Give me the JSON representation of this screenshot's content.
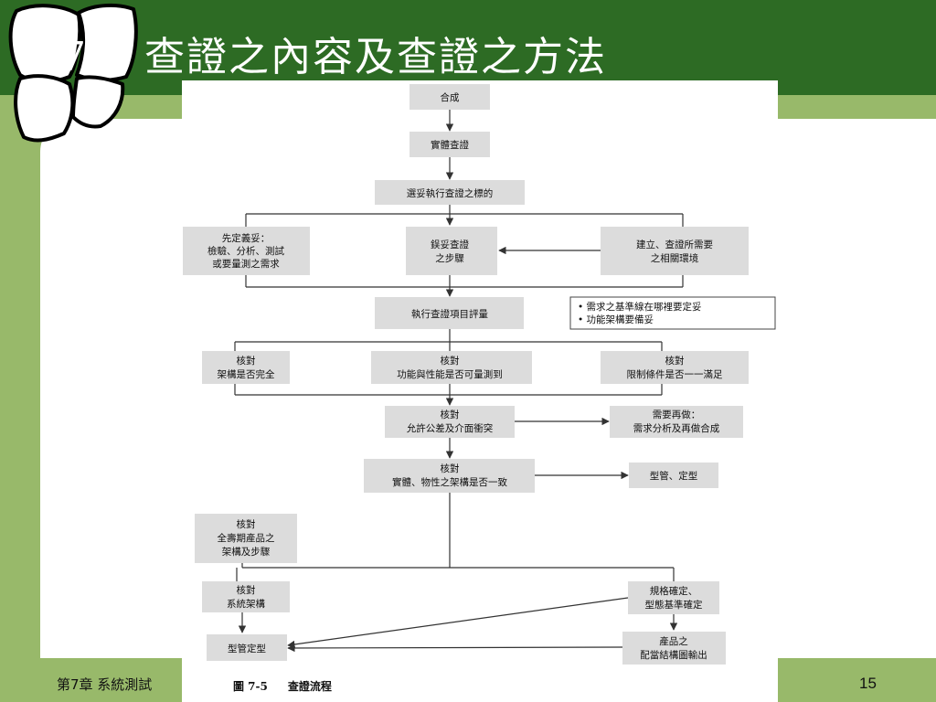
{
  "slide": {
    "title": "7.3 查證之內容及查證之方法",
    "footer_chapter": "第7章 系統測試",
    "page_number": "15"
  },
  "figure": {
    "caption_number": "圖 7-5",
    "caption_title": "查證流程"
  },
  "nodes": {
    "synthesis": [
      "合成"
    ],
    "physical_verify": [
      "實體查證"
    ],
    "select_targets": [
      "選妥執行查證之標的"
    ],
    "predefine_left": [
      "先定義妥：",
      "檢驗、分析、測試",
      "或要量測之需求"
    ],
    "define_steps": [
      "鋘妥查證",
      "之步驟"
    ],
    "build_env": [
      "建立、查證所需要",
      "之相關環境"
    ],
    "execute_eval": [
      "執行查證項目評量"
    ],
    "note_baseline": [
      "• 需求之基準線在哪裡要定妥",
      "• 功能架構要備妥"
    ],
    "check_arch_complete": [
      "核對",
      "架構是否完全"
    ],
    "check_function_perf": [
      "核對",
      "功能與性能是否可量測到"
    ],
    "check_constraints": [
      "核對",
      "限制條件是否一一滿足"
    ],
    "check_tolerance": [
      "核對",
      "允許公差及介面衝突"
    ],
    "redo": [
      "需要再做：",
      "需求分析及再做合成"
    ],
    "check_consistency": [
      "核對",
      "實體、物性之架構是否一致"
    ],
    "type_control_right": [
      "型管、定型"
    ],
    "check_lifecycle": [
      "核對",
      "全壽期產品之",
      "架構及步驟"
    ],
    "check_system_arch": [
      "核對",
      "系統架構"
    ],
    "spec_confirm": [
      "規格確定、",
      "型態基準確定"
    ],
    "type_control_left": [
      "型管定型"
    ],
    "product_output": [
      "產品之",
      "配當結構圖輸出"
    ]
  }
}
